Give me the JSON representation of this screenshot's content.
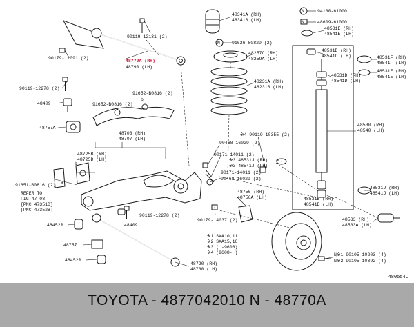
{
  "labels": {
    "l_90119_12131": "90119-12131 (2)",
    "l_90179_12091": "90179-12091 (2)",
    "l_48770A": "48770A (RH)",
    "l_48790": "48790 (LH)",
    "l_90119_12278a": "90119-12278 (2)",
    "l_48409a": "48409",
    "l_91652_b": "91652-B0816 (2)",
    "l_91652_a": "91652-B0816 (2)",
    "l_48757A": "48757A",
    "l_48703": "48703 (RH)",
    "l_48707": "48707 (LH)",
    "l_48725B": "48725B (RH)",
    "l_48725D": "48725D (LH)",
    "l_91651": "91651-B0816 (2)",
    "l_refer": "REFER TO",
    "l_fig": "FIG 47-08",
    "l_pnc1": "[PNC 47351B]",
    "l_pnc2": "[PNC 47352B]",
    "l_48452R_a": "48452R",
    "l_48409b": "48409",
    "l_90119_12278b": "90119-12278 (2)",
    "l_48757": "48757",
    "l_48452R_b": "48452R",
    "l_48720": "48720 (RH)",
    "l_48730": "48730 (LH)",
    "l_48341A": "48341A (RH)",
    "l_48341B": "48341B (LH)",
    "l_91626": "91626-80820 (2)",
    "l_48257C": "48257C (RH)",
    "l_48259A": "48259A (LH)",
    "l_48231A": "48231A (RH)",
    "l_48231B": "48231B (LH)",
    "l_90119_10355": "※4  90119-10355 (2)",
    "l_90468_16029a": "90468-16029 (2)",
    "l_90171_14011a": "90171-14011 (2)",
    "l_48531J_mid": "※3  48531J (RH)",
    "l_48541J_mid": "※3  48541J (LH)",
    "l_90171_14011b": "90171-14011 (2)",
    "l_90468_16029b": "90468-16029 (2)",
    "l_48756": "48756 (RH)",
    "l_48756A": "48756A (LH)",
    "l_90179_14037": "90179-14037 (2)",
    "l_note1": "※1  SXA10,11",
    "l_note2": "※2  SXA15,16",
    "l_note3": "※3  (       -9608)",
    "l_note4": "※4  (9608-        )",
    "l_94130": "94130-61000",
    "l_48609": "48609-61000",
    "l_48531E": "48531E (RH)",
    "l_48541E": "48541E (LH)",
    "l_48531D_a": "48531D (RH)",
    "l_48541D_a": "48541D (LH)",
    "l_48531D_b": "48531D (RH)",
    "l_48541D_b": "48541D (LH)",
    "l_48531F": "48531F (RH)",
    "l_48541F": "48541F (LH)",
    "l_48531E_r": "48531E (RH)",
    "l_48541E_r": "48541E (LH)",
    "l_48530": "48530 (RH)",
    "l_48540": "48540 (LH)",
    "l_48531B": "48531B (RH)",
    "l_48541B": "48541B (LH)",
    "l_48531J_r": "48531J (RH)",
    "l_48541J_r": "48541J (LH)",
    "l_48533": "48533 (RH)",
    "l_48533A": "48533A (LH)",
    "l_90105_10203": "※1  90105-10203 (4)",
    "l_90105_10392": "※2  90105-10392 (4)",
    "l_letter_a1": "a",
    "l_letter_b1": "b",
    "l_letter_a2": "a",
    "l_letter_b2": "b",
    "l_letter_n1": "N",
    "l_letter_n2": "N",
    "l_letter_n3": "N",
    "l_letter_n4": "N",
    "l_letter_n5": "N"
  },
  "corner_code": "480554C",
  "footer": {
    "text": "TOYOTA - 4877042010      N - 48770A"
  },
  "colors": {
    "highlight": "#c8102e",
    "footer_bg": "#a9a9a9"
  }
}
